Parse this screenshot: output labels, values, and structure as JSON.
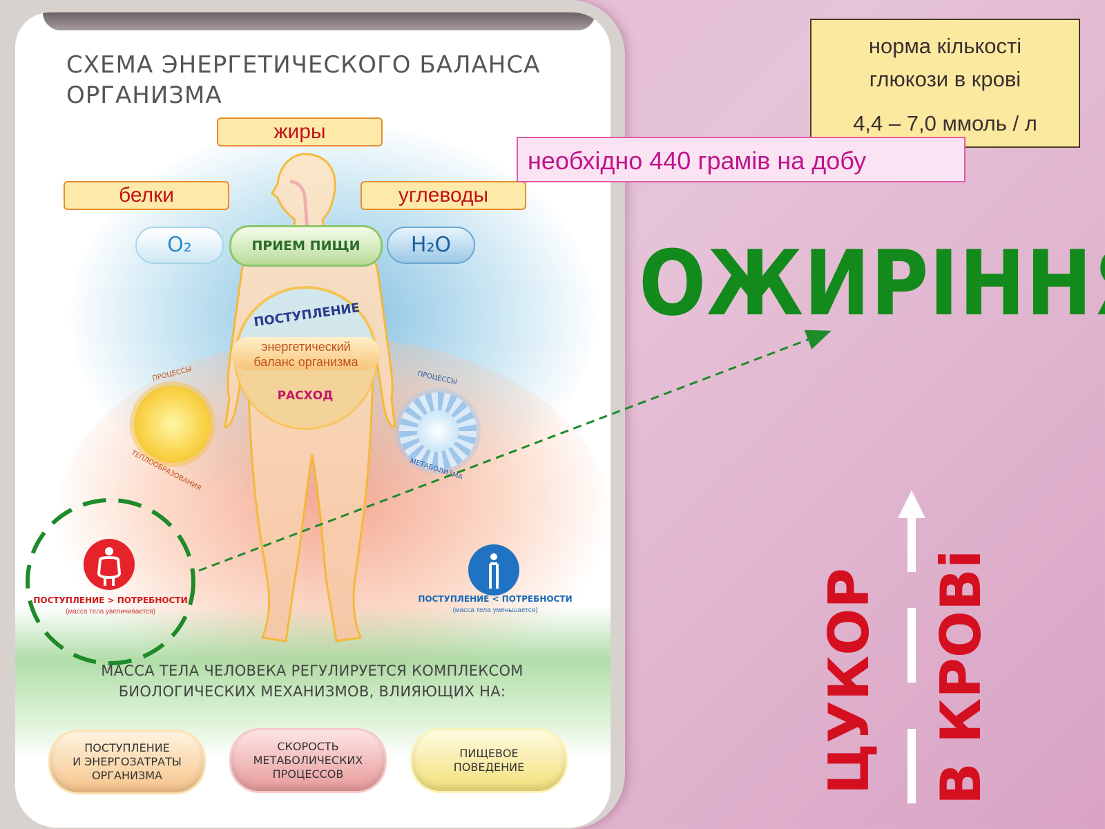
{
  "poster": {
    "title_line1": "СХЕМА ЭНЕРГЕТИЧЕСКОГО БАЛАНСА",
    "title_line2": "ОРГАНИЗМА",
    "nutrients": {
      "fats": "жиры",
      "proteins": "белки",
      "carbs": "углеводы"
    },
    "oxygen": "O₂",
    "water": "H₂O",
    "food_intake": "ПРИЕМ ПИЩИ",
    "intake": "ПОСТУПЛЕНИЕ",
    "balance_line1": "энергетический",
    "balance_line2": "баланс организма",
    "expense": "РАСХОД",
    "processes_left": "ПРОЦЕССЫ",
    "processes_left_sub": "ТЕПЛООБРАЗОВАНИЯ",
    "processes_right": "ПРОЦЕССЫ",
    "processes_right_sub": "МЕТАБОЛИЗМА",
    "status_gain": "ПОСТУПЛЕНИЕ > ПОТРЕБНОСТИ",
    "status_gain_sub": "(масса тела увеличивается)",
    "status_loss": "ПОСТУПЛЕНИЕ < ПОТРЕБНОСТИ",
    "status_loss_sub": "(масса тела уменьшается)",
    "regulation_line1": "МАССА ТЕЛА ЧЕЛОВЕКА РЕГУЛИРУЕТСЯ КОМПЛЕКСОМ",
    "regulation_line2": "БИОЛОГИЧЕСКИХ МЕХАНИЗМОВ, ВЛИЯЮЩИХ НА:",
    "mechanisms": [
      {
        "l1": "ПОСТУПЛЕНИЕ",
        "l2": "И ЭНЕРГОЗАТРАТЫ",
        "l3": "ОРГАНИЗМА"
      },
      {
        "l1": "СКОРОСТЬ",
        "l2": "МЕТАБОЛИЧЕСКИХ",
        "l3": "ПРОЦЕССОВ"
      },
      {
        "l1": "ПИЩЕВОЕ",
        "l2": "ПОВЕДЕНИЕ",
        "l3": ""
      }
    ]
  },
  "norm": {
    "line1": "норма кількості",
    "line2": "глюкози в крові",
    "range": "4,4 – 7,0 ммоль / л"
  },
  "need": "необхідно 440 грамів на добу",
  "obesity": "ОЖИРІННЯ",
  "sugar_vertical": "ЦУКОР",
  "in_blood_vertical": "В КРОВі",
  "colors": {
    "accent_green": "#138a1c",
    "accent_red": "#d41020",
    "accent_magenta": "#c0148c",
    "background": "#e4b9d4"
  }
}
